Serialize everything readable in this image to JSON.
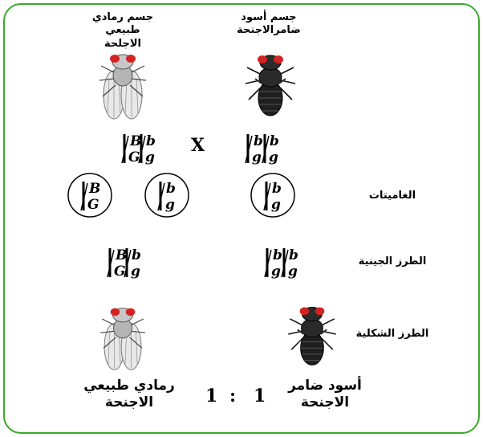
{
  "parents": {
    "grey": {
      "label_line1": "جسم رمادي",
      "label_line2": "طبيعي الاجلحة",
      "genotype": {
        "top1": "B",
        "bottom1": "G",
        "top2": "b",
        "bottom2": "g"
      }
    },
    "black": {
      "label_line1": "جسم أسود",
      "label_line2": "ضامرالاجنحة",
      "genotype": {
        "top1": "b",
        "bottom1": "g",
        "top2": "b",
        "bottom2": "g"
      }
    },
    "cross_symbol": "X"
  },
  "gametes": {
    "label": "الغاميتات",
    "items": [
      {
        "top": "B",
        "bottom": "G"
      },
      {
        "top": "b",
        "bottom": "g"
      },
      {
        "top": "b",
        "bottom": "g"
      }
    ]
  },
  "genotypes_row": {
    "label": "الطرز الجينية",
    "left": {
      "top1": "B",
      "bottom1": "G",
      "top2": "b",
      "bottom2": "g"
    },
    "right": {
      "top1": "b",
      "bottom1": "g",
      "top2": "b",
      "bottom2": "g"
    }
  },
  "phenotypes_row": {
    "label": "الطرز الشكلية"
  },
  "offspring": {
    "grey": {
      "line1": "رمادي طبيعي",
      "line2": "الاجنحة"
    },
    "black": {
      "line1": "أسود ضامر",
      "line2": "الاجنحة"
    },
    "ratio_left": "1",
    "ratio_sep": ":",
    "ratio_right": "1"
  },
  "colors": {
    "border": "#3aa82e",
    "fly_grey": "#c9c9c9",
    "fly_black": "#1f1f1f",
    "eye": "#d42222"
  }
}
